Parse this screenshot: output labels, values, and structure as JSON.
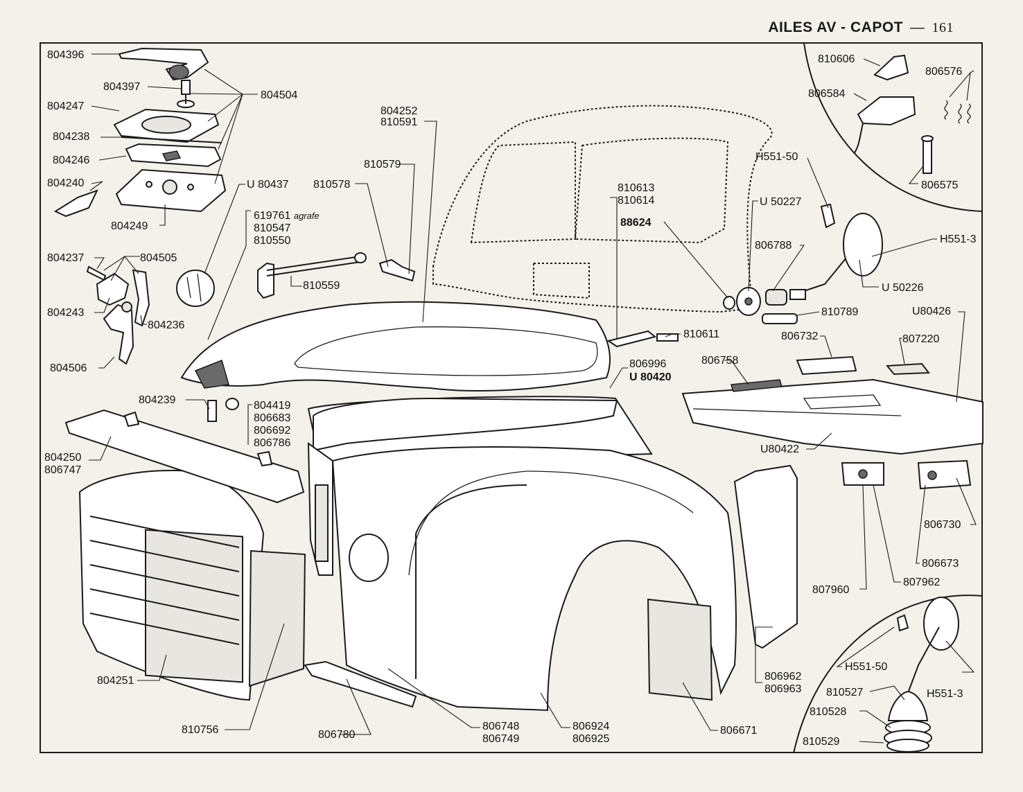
{
  "header": {
    "title": "AILES AV - CAPOT",
    "separator": "—",
    "page_number": "161"
  },
  "labels": {
    "p804396": "804396",
    "p804397": "804397",
    "p804247": "804247",
    "p804238": "804238",
    "p804246": "804246",
    "p804240": "804240",
    "p804249": "804249",
    "p804504": "804504",
    "p804237": "804237",
    "p804505": "804505",
    "p804243": "804243",
    "p804236": "804236",
    "p804506": "804506",
    "p804239": "804239",
    "p804419": "804419",
    "p806683": "806683",
    "p806692": "806692",
    "p806786": "806786",
    "p804250": "804250",
    "p806747": "806747",
    "p804251": "804251",
    "p810756": "810756",
    "p806780": "806780",
    "p806748": "806748",
    "p806749": "806749",
    "p806924": "806924",
    "p806925": "806925",
    "p806671": "806671",
    "p806962": "806962",
    "p806963": "806963",
    "p804252": "804252",
    "p810591": "810591",
    "p810579": "810579",
    "p810578": "810578",
    "pU80437": "U 80437",
    "p619761": "619761",
    "p619761_note": "agrafe",
    "p810547": "810547",
    "p810550": "810550",
    "p810559": "810559",
    "p810613": "810613",
    "p810614": "810614",
    "p88624": "88624",
    "p810611": "810611",
    "p806996": "806996",
    "pU80420": "U 80420",
    "pH551_50": "H551-50",
    "pU50227": "U 50227",
    "p806788": "806788",
    "pH551_3": "H551-3",
    "pU50226": "U 50226",
    "p810789": "810789",
    "p810606": "810606",
    "p806576": "806576",
    "p806584": "806584",
    "p806575": "806575",
    "pU80426": "U80426",
    "p806732": "806732",
    "p807220": "807220",
    "p806758": "806758",
    "pU80422": "U80422",
    "p807960": "807960",
    "p807962": "807962",
    "p806730": "806730",
    "p806673": "806673",
    "pH551_50b": "H551-50",
    "p810527": "810527",
    "pH551_3b": "H551-3",
    "p810528": "810528",
    "p810529": "810529"
  }
}
